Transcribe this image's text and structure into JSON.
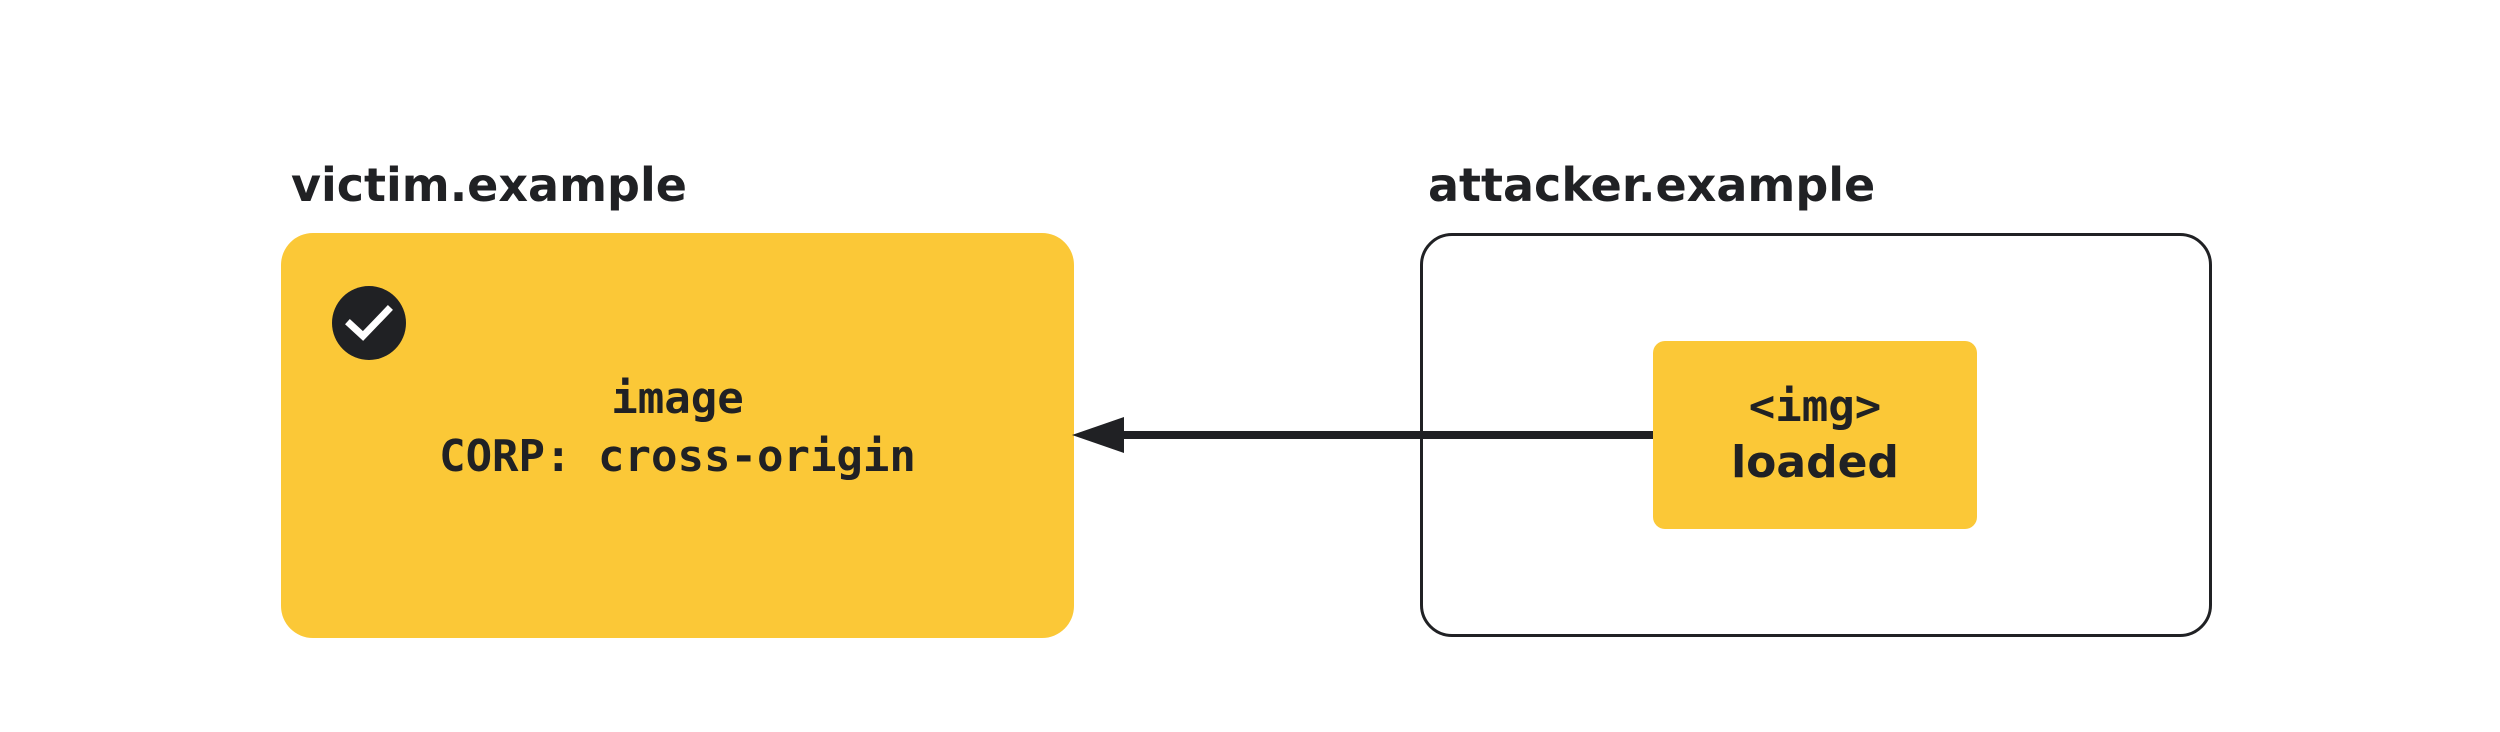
{
  "victim": {
    "domain_label": "victim.example",
    "line1": "image",
    "line2": "CORP: cross-origin",
    "status_icon": "check-circle-icon"
  },
  "attacker": {
    "domain_label": "attacker.example",
    "line1": "<img>",
    "line2": "loaded"
  },
  "colors": {
    "accent": "#fbc837",
    "ink": "#202124",
    "background": "#ffffff"
  }
}
